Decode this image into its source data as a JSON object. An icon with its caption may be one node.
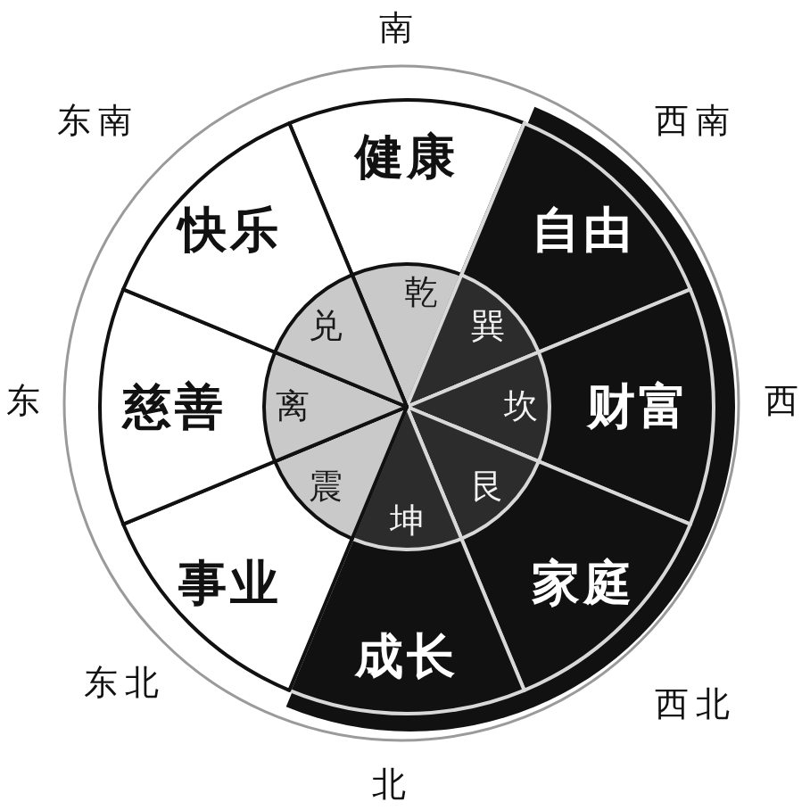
{
  "diagram": {
    "nodes": [
      {
        "text": [
          "健康"
        ]
      },
      {
        "text": [
          "自由"
        ]
      },
      {
        "text": [
          "财富"
        ]
      },
      {
        "text": [
          "家庭"
        ]
      },
      {
        "text": [
          "成长"
        ]
      },
      {
        "text": [
          "事业"
        ]
      },
      {
        "text": [
          "慈善"
        ]
      },
      {
        "text": [
          "快乐"
        ]
      }
    ],
    "labels": [
      "南",
      "东南",
      "西南",
      "乾",
      "兑",
      "巽",
      "东",
      "离",
      "坎",
      "西",
      "震",
      "艮",
      "坤",
      "东北",
      "西北",
      "北"
    ]
  }
}
